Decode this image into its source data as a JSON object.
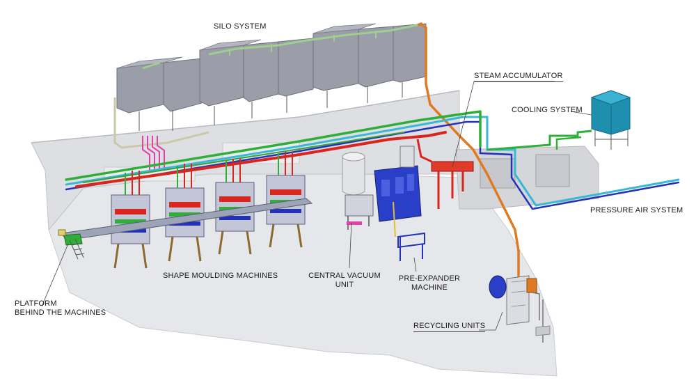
{
  "labels": {
    "silo_system": "SILO SYSTEM",
    "steam_accumulator": "STEAM ACCUMULATOR",
    "cooling_system": "COOLING SYSTEM",
    "pressure_air_system": "PRESSURE AIR SYSTEM",
    "shape_moulding_machines": "SHAPE MOULDING MACHINES",
    "central_vacuum_unit_1": "CENTRAL VACUUM",
    "central_vacuum_unit_2": "UNIT",
    "pre_expander_1": "PRE-EXPANDER",
    "pre_expander_2": "MACHINE",
    "platform_1": "PLATFORM",
    "platform_2": "BEHIND THE MACHINES",
    "recycling_units": "RECYCLING UNITS"
  },
  "colors": {
    "floor": "#e4e5e8",
    "wall": "#d9dadd",
    "silo": "#9a9ca8",
    "pipe_green": "#2fae3a",
    "pipe_red": "#d8261f",
    "pipe_blue": "#2432b8",
    "pipe_cyan": "#39b8d6",
    "pipe_orange": "#e07a22",
    "pipe_pink": "#e040a8",
    "cooling_tower": "#1f8fb0"
  }
}
